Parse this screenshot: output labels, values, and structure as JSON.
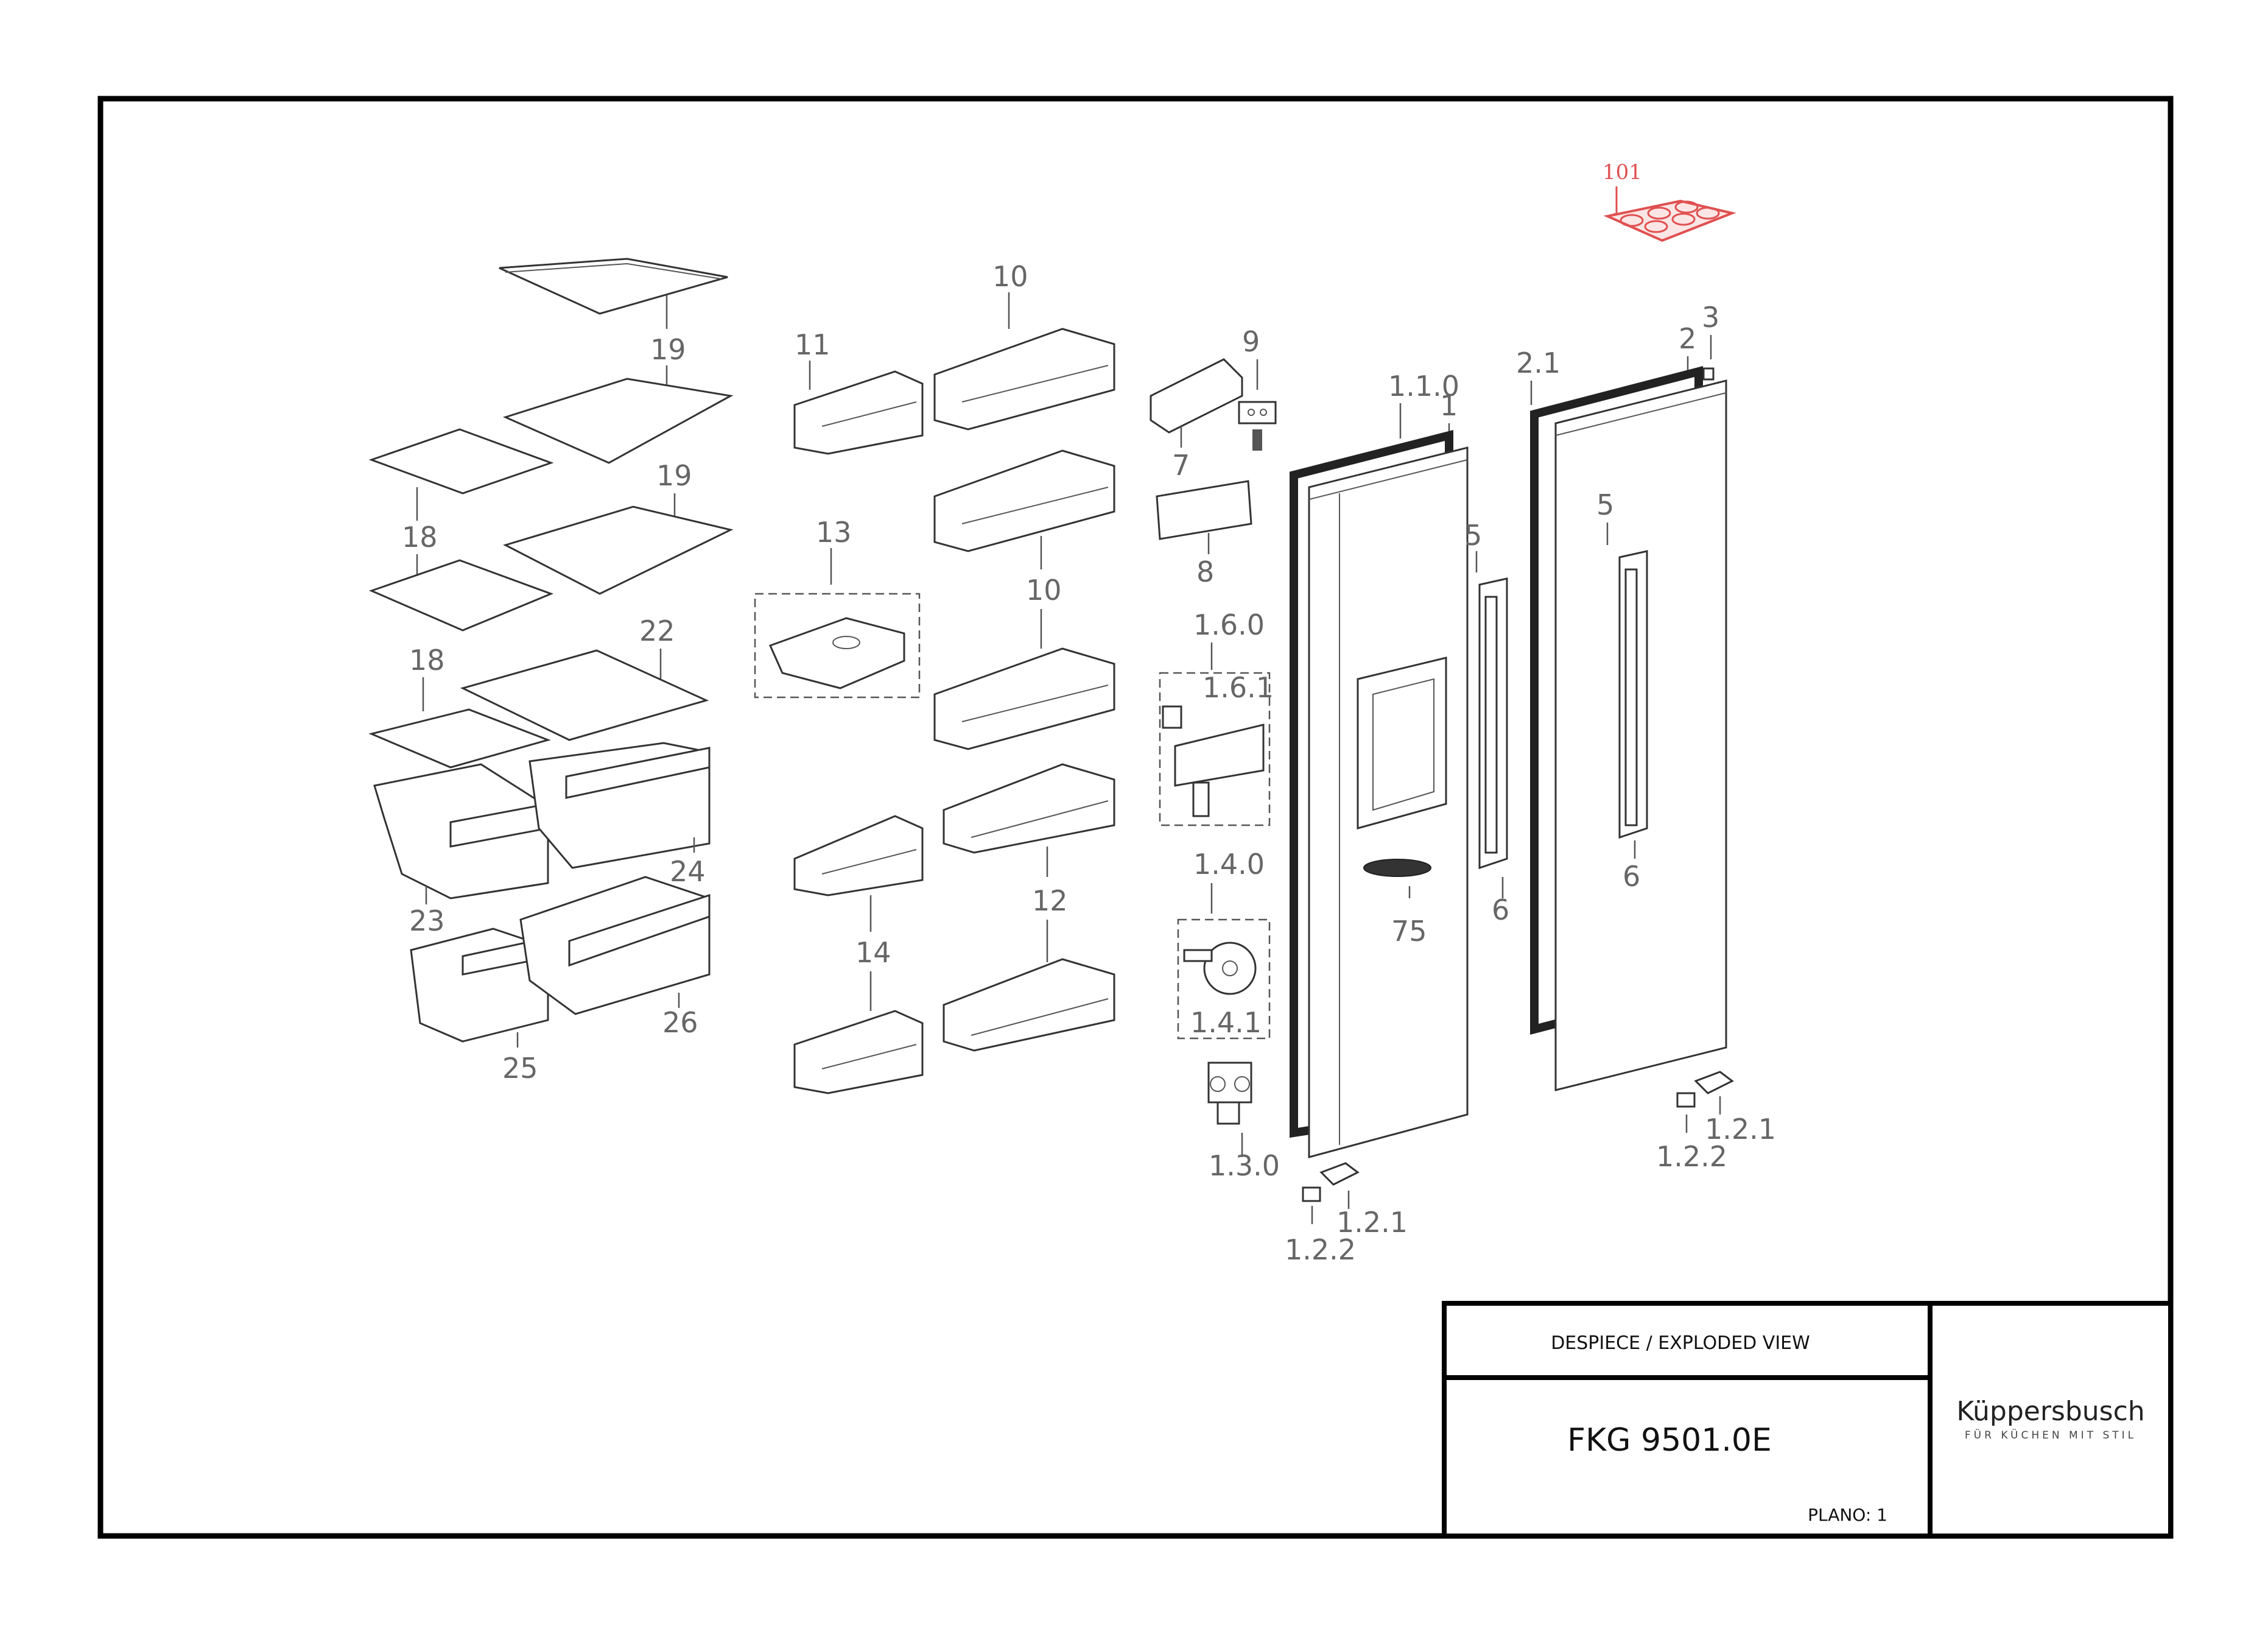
{
  "title_block": {
    "title": "DESPIECE / EXPLODED VIEW",
    "model": "FKG 9501.0E",
    "sheet_label": "PLANO: 1",
    "brand": "Küppersbusch",
    "slogan": "FÜR KÜCHEN MIT STIL"
  },
  "callouts": {
    "c101": "101",
    "c19a": "19",
    "c19b": "19",
    "c18a": "18",
    "c18b": "18",
    "c22": "22",
    "c23": "23",
    "c24": "24",
    "c25": "25",
    "c26": "26",
    "c10a": "10",
    "c10b": "10",
    "c11": "11",
    "c12": "12",
    "c13": "13",
    "c14": "14",
    "c7": "7",
    "c8": "8",
    "c9": "9",
    "c160": "1.6.0",
    "c161": "1.6.1",
    "c140": "1.4.0",
    "c141": "1.4.1",
    "c130": "1.3.0",
    "c110": "1.1.0",
    "c1": "1",
    "c5a": "5",
    "c6a": "6",
    "c75": "75",
    "c121a": "1.2.1",
    "c122a": "1.2.2",
    "c21": "2.1",
    "c2": "2",
    "c3": "3",
    "c5b": "5",
    "c6b": "6",
    "c121b": "1.2.1",
    "c122b": "1.2.2"
  },
  "colors": {
    "highlight": "#e05050",
    "line": "#333333",
    "label": "#666666"
  }
}
